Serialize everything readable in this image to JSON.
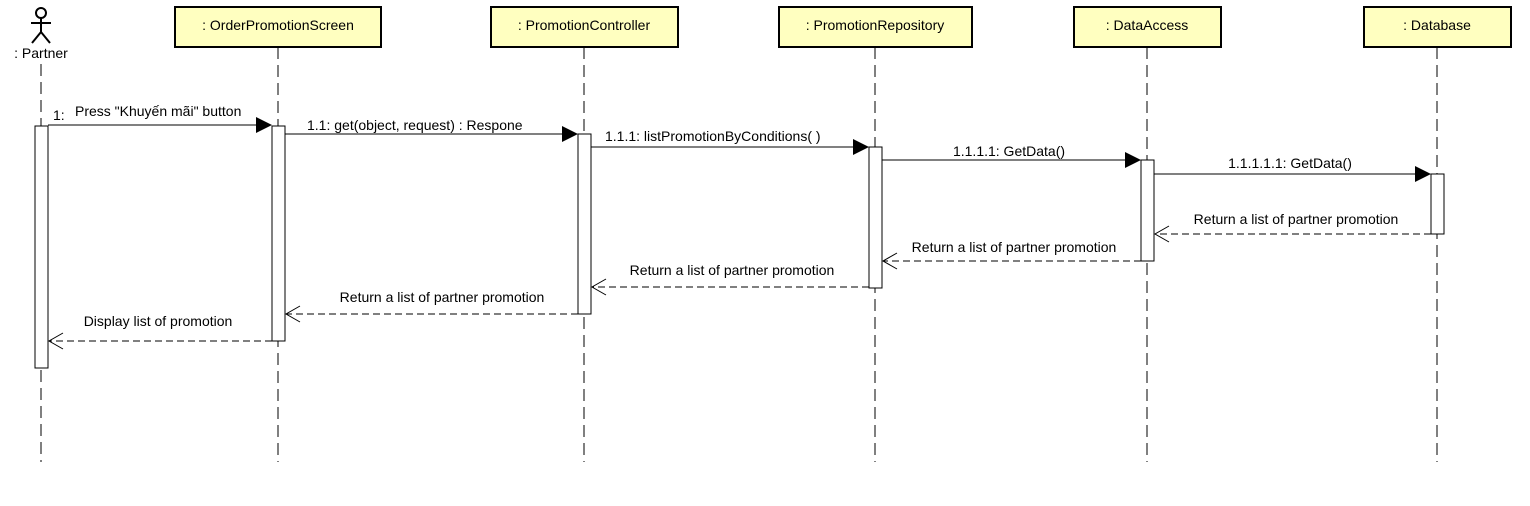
{
  "diagram": {
    "type": "sequence",
    "actor": {
      "label": ": Partner"
    },
    "lifelines": [
      {
        "id": "screen",
        "label": ": OrderPromotionScreen"
      },
      {
        "id": "controller",
        "label": ": PromotionController"
      },
      {
        "id": "repository",
        "label": ": PromotionRepository"
      },
      {
        "id": "dataaccess",
        "label": ": DataAccess"
      },
      {
        "id": "database",
        "label": ": Database"
      }
    ],
    "messages": [
      {
        "number": "1:",
        "label": "Press \"Khuyến mãi\" button",
        "from": "partner",
        "to": "screen",
        "kind": "call"
      },
      {
        "label": "1.1: get(object, request) : Respone",
        "from": "screen",
        "to": "controller",
        "kind": "call"
      },
      {
        "label": "1.1.1: listPromotionByConditions( )",
        "from": "controller",
        "to": "repository",
        "kind": "call"
      },
      {
        "label": "1.1.1.1: GetData()",
        "from": "repository",
        "to": "dataaccess",
        "kind": "call"
      },
      {
        "label": "1.1.1.1.1: GetData()",
        "from": "dataaccess",
        "to": "database",
        "kind": "call"
      },
      {
        "label": "Return a list of partner promotion",
        "from": "database",
        "to": "dataaccess",
        "kind": "return"
      },
      {
        "label": "Return a list of partner promotion",
        "from": "dataaccess",
        "to": "repository",
        "kind": "return"
      },
      {
        "label": "Return a list of partner promotion",
        "from": "repository",
        "to": "controller",
        "kind": "return"
      },
      {
        "label": "Return a list of partner promotion",
        "from": "controller",
        "to": "screen",
        "kind": "return"
      },
      {
        "label": "Display list of promotion",
        "from": "screen",
        "to": "partner",
        "kind": "return"
      }
    ]
  }
}
